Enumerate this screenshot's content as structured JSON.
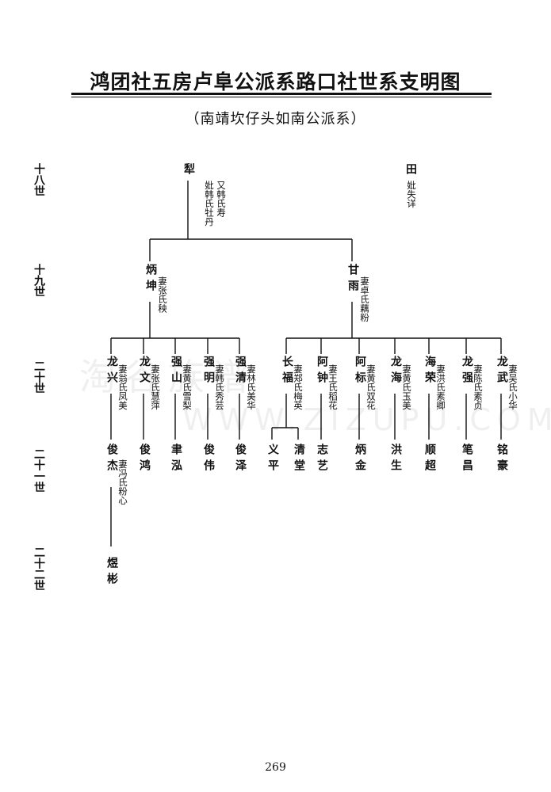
{
  "title": "鸿团社五房卢阜公派系路口社世系支明图",
  "subtitle": "（南靖坎仔头如南公派系）",
  "page_number": "269",
  "watermark": {
    "cn": "淘谷族谱",
    "url": "WWW.ZIZUPU.COM"
  },
  "generations": [
    "十八世",
    "十九世",
    "二十世",
    "二十一世",
    "二十二世"
  ],
  "gen18": [
    {
      "id": "li",
      "name": "犁",
      "spouse": [
        "又韩氏寿",
        "妣韩氏牡丹"
      ]
    },
    {
      "id": "tian",
      "name": "田",
      "spouse": [
        "妣失详"
      ]
    }
  ],
  "gen19": [
    {
      "id": "bingkun",
      "name": "炳坤",
      "spouse": [
        "妻张氏秧"
      ]
    },
    {
      "id": "ganyu",
      "name": "甘雨",
      "spouse": [
        "妻卓氏藕粉"
      ]
    }
  ],
  "gen20": [
    {
      "id": "longxing",
      "name": "龙兴",
      "spouse": [
        "妻翁氏凤美"
      ]
    },
    {
      "id": "longwen",
      "name": "龙文",
      "spouse": [
        "妻张氏慧萍"
      ]
    },
    {
      "id": "qiangshan",
      "name": "强山",
      "spouse": [
        "妻黄氏雪梨"
      ]
    },
    {
      "id": "qiangming",
      "name": "强明",
      "spouse": [
        "妻韩氏秀芸"
      ]
    },
    {
      "id": "qiangqing",
      "name": "强清",
      "spouse": [
        "妻林氏美华"
      ]
    },
    {
      "id": "changfu",
      "name": "长福",
      "spouse": [
        "妻郑氏梅英"
      ]
    },
    {
      "id": "azhong",
      "name": "阿钟",
      "spouse": [
        "妻王氏稻花"
      ]
    },
    {
      "id": "abiao",
      "name": "阿标",
      "spouse": [
        "妻黄氏双花"
      ]
    },
    {
      "id": "longhai",
      "name": "龙海",
      "spouse": [
        "妻黄氏玉美"
      ]
    },
    {
      "id": "hairong",
      "name": "海荣",
      "spouse": [
        "妻洪氏素卿"
      ]
    },
    {
      "id": "longqiang",
      "name": "龙强",
      "spouse": [
        "妻陈氏素贞"
      ]
    },
    {
      "id": "longwu",
      "name": "龙武",
      "spouse": [
        "妻吴氏小华"
      ]
    }
  ],
  "gen21": [
    {
      "id": "junjie",
      "name": "俊杰",
      "spouse": [
        "妻冯氏粉心"
      ]
    },
    {
      "id": "junhong",
      "name": "俊鸿"
    },
    {
      "id": "yuhong",
      "name": "聿泓"
    },
    {
      "id": "junwei",
      "name": "俊伟"
    },
    {
      "id": "junze",
      "name": "俊泽"
    },
    {
      "id": "yiping",
      "name": "义平"
    },
    {
      "id": "qingtang",
      "name": "清堂"
    },
    {
      "id": "zhiyi",
      "name": "志艺"
    },
    {
      "id": "bingjin",
      "name": "炳金"
    },
    {
      "id": "hongsheng",
      "name": "洪生"
    },
    {
      "id": "shunchao",
      "name": "顺超"
    },
    {
      "id": "bichang",
      "name": "笔昌"
    },
    {
      "id": "minghao",
      "name": "铭豪"
    }
  ],
  "gen22": [
    {
      "id": "yubin",
      "name": "煜彬"
    }
  ]
}
